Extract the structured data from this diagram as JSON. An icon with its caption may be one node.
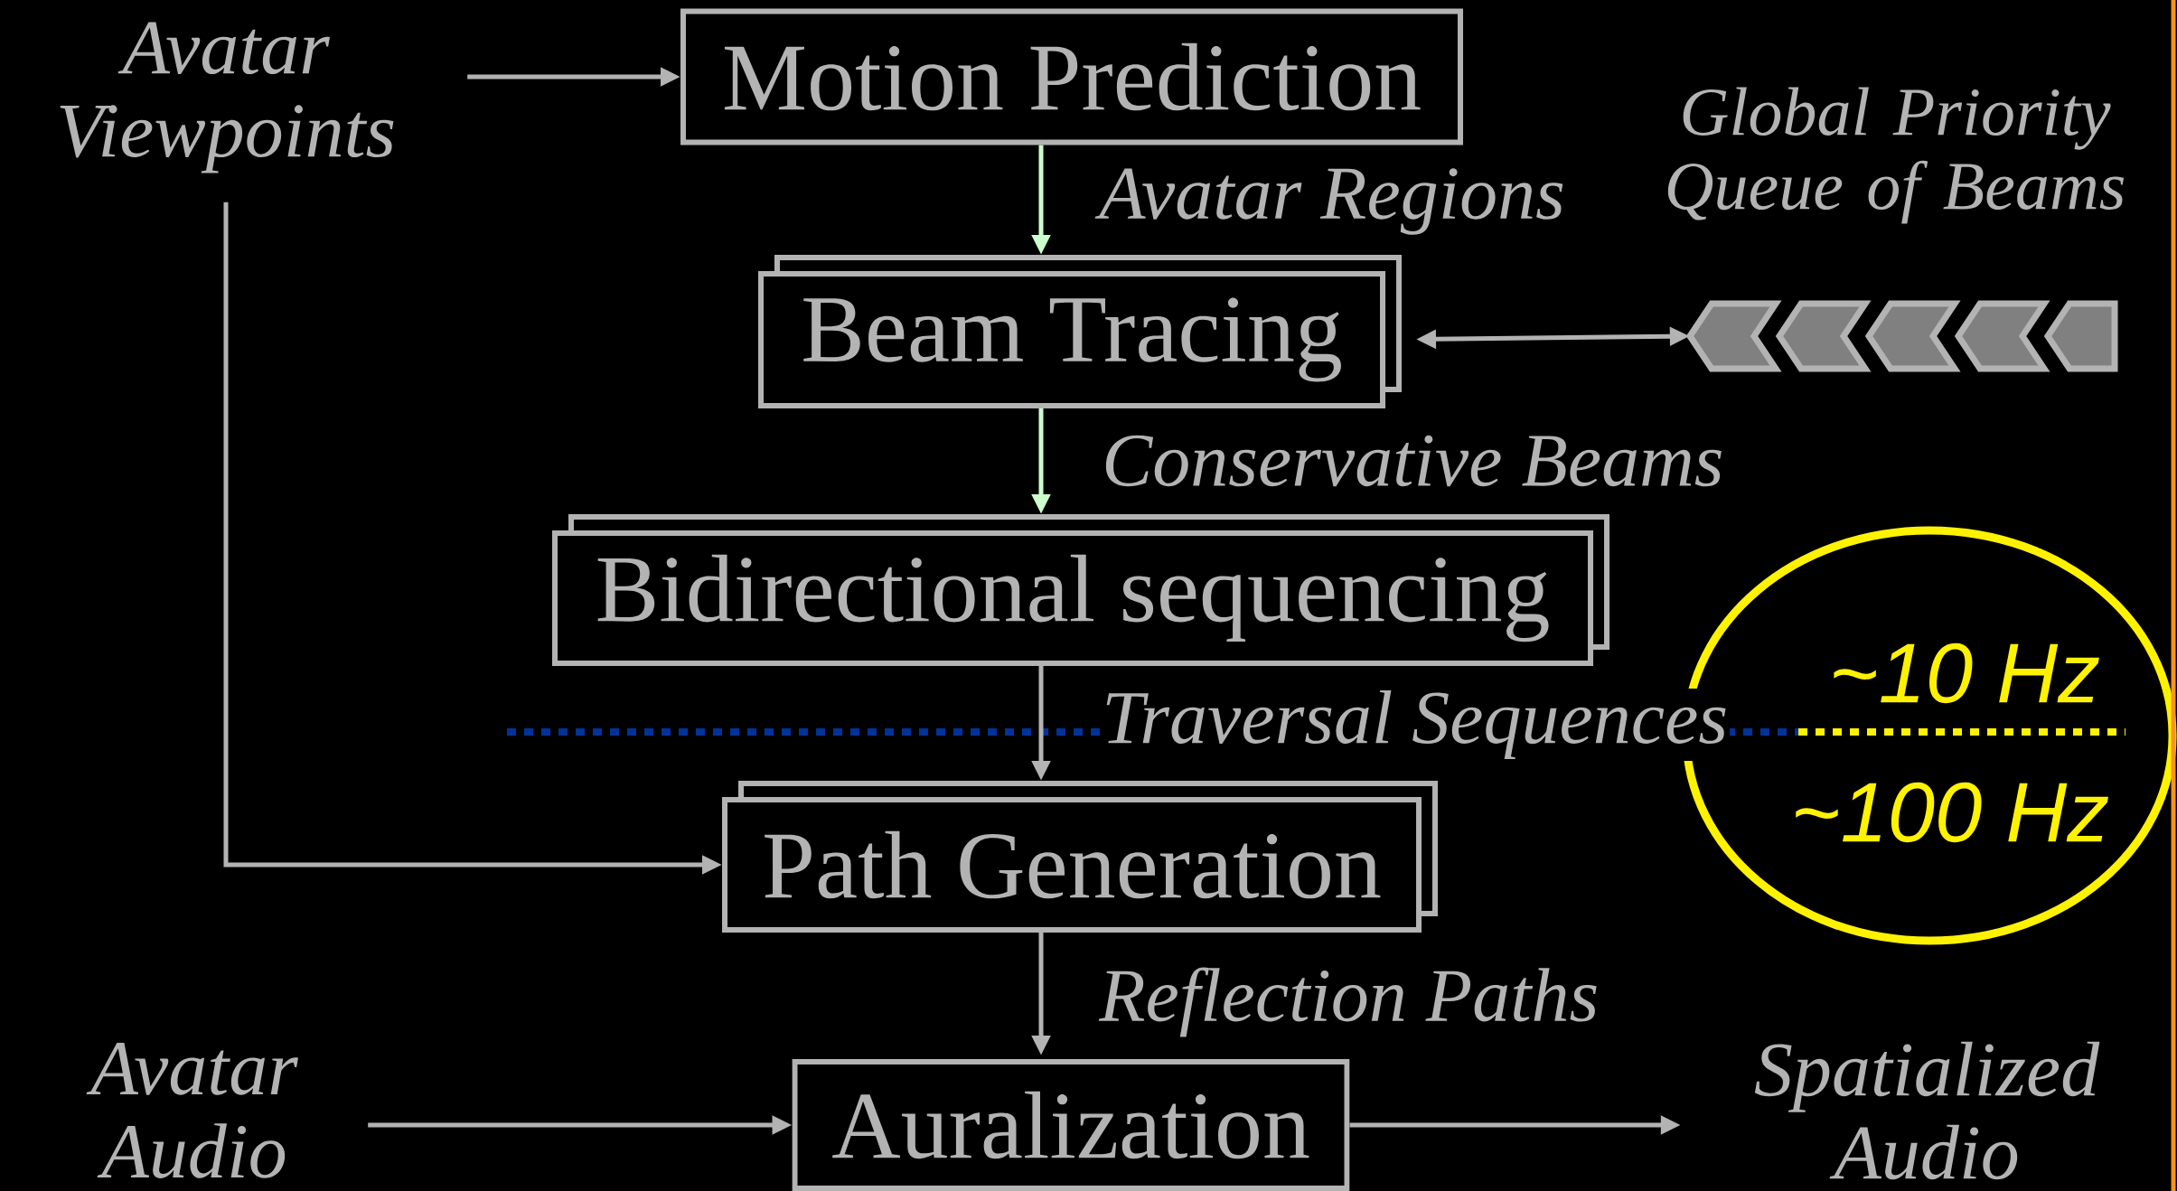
{
  "diagram": {
    "nodes": [
      {
        "text": [
          "Avatar Viewpoints"
        ]
      },
      {
        "text": [
          "Motion Prediction"
        ]
      },
      {
        "text": [
          "Beam Tracing"
        ]
      },
      {
        "text": [
          "Global Priority Queue of Beams"
        ]
      },
      {
        "text": [
          "Bidirectional sequencing"
        ]
      },
      {
        "text": [
          "Path Generation"
        ]
      },
      {
        "text": [
          "Auralization"
        ]
      },
      {
        "text": [
          "Avatar Audio"
        ]
      },
      {
        "text": [
          "Spatialized Audio"
        ]
      }
    ],
    "edges": [
      {
        "from": 0,
        "to": 1,
        "arrow": "to"
      },
      {
        "from": 1,
        "to": 2,
        "arrow": "to",
        "label": "Avatar Regions",
        "color": "#ccffcc"
      },
      {
        "from": 2,
        "to": 3,
        "arrow": "both"
      },
      {
        "from": 2,
        "to": 4,
        "arrow": "to",
        "label": "Conservative Beams",
        "color": "#ccffcc"
      },
      {
        "from": 4,
        "to": 5,
        "arrow": "to",
        "label": "Traversal Sequences"
      },
      {
        "from": 0,
        "to": 5,
        "arrow": "to"
      },
      {
        "from": 5,
        "to": 6,
        "arrow": "to",
        "label": "Reflection Paths"
      },
      {
        "from": 7,
        "to": 6,
        "arrow": "to"
      },
      {
        "from": 6,
        "to": 8,
        "arrow": "to"
      }
    ],
    "labels": [
      "~10 Hz",
      "~100 Hz"
    ]
  }
}
